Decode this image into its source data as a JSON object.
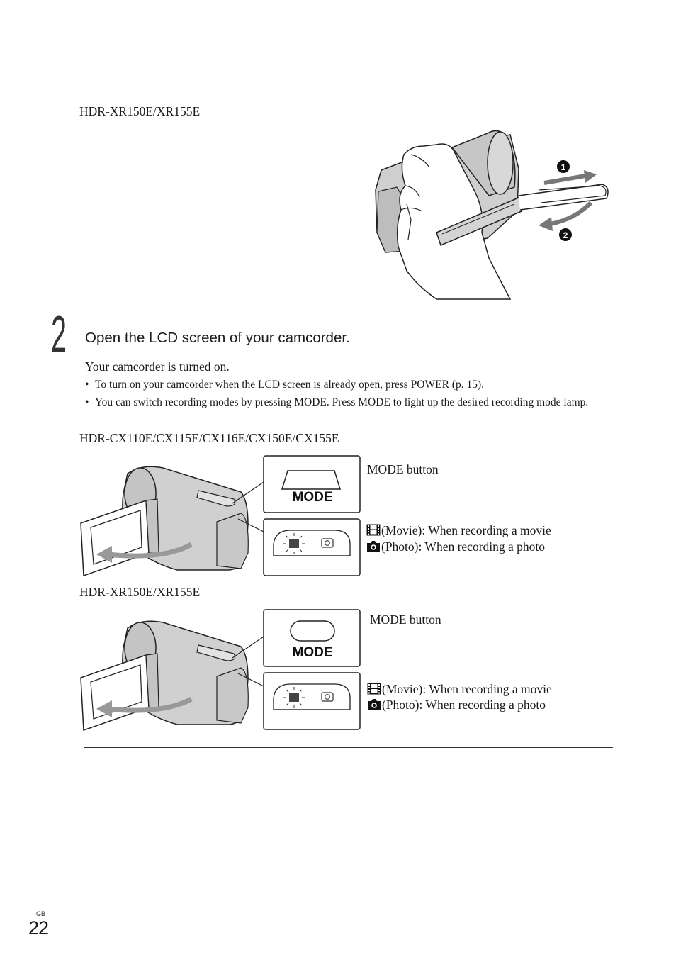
{
  "top_model_label": "HDR-XR150E/XR155E",
  "step": {
    "number": "2",
    "heading": "Open the LCD screen of your camcorder.",
    "result": "Your camcorder is turned on.",
    "bullets": [
      "To turn on your camcorder when the LCD screen is already open, press POWER (p. 15).",
      "You can switch recording modes by pressing MODE. Press MODE to light up the desired recording mode lamp."
    ],
    "bullet_char": "•"
  },
  "figures": [
    {
      "model_label": "HDR-CX110E/CX115E/CX116E/CX150E/CX155E",
      "button_text": "MODE",
      "mode_button_label": "MODE button",
      "movie_label": "(Movie): When recording a movie",
      "photo_label": "(Photo): When recording a photo"
    },
    {
      "model_label": "HDR-XR150E/XR155E",
      "button_text": "MODE",
      "mode_button_label": "MODE button",
      "movie_label": "(Movie): When recording a movie",
      "photo_label": "(Photo): When recording a photo"
    }
  ],
  "strap_steps": [
    "1",
    "2"
  ],
  "footer": {
    "region_code": "GB",
    "page_number": "22"
  },
  "icons": [
    "movie-icon",
    "photo-icon"
  ]
}
